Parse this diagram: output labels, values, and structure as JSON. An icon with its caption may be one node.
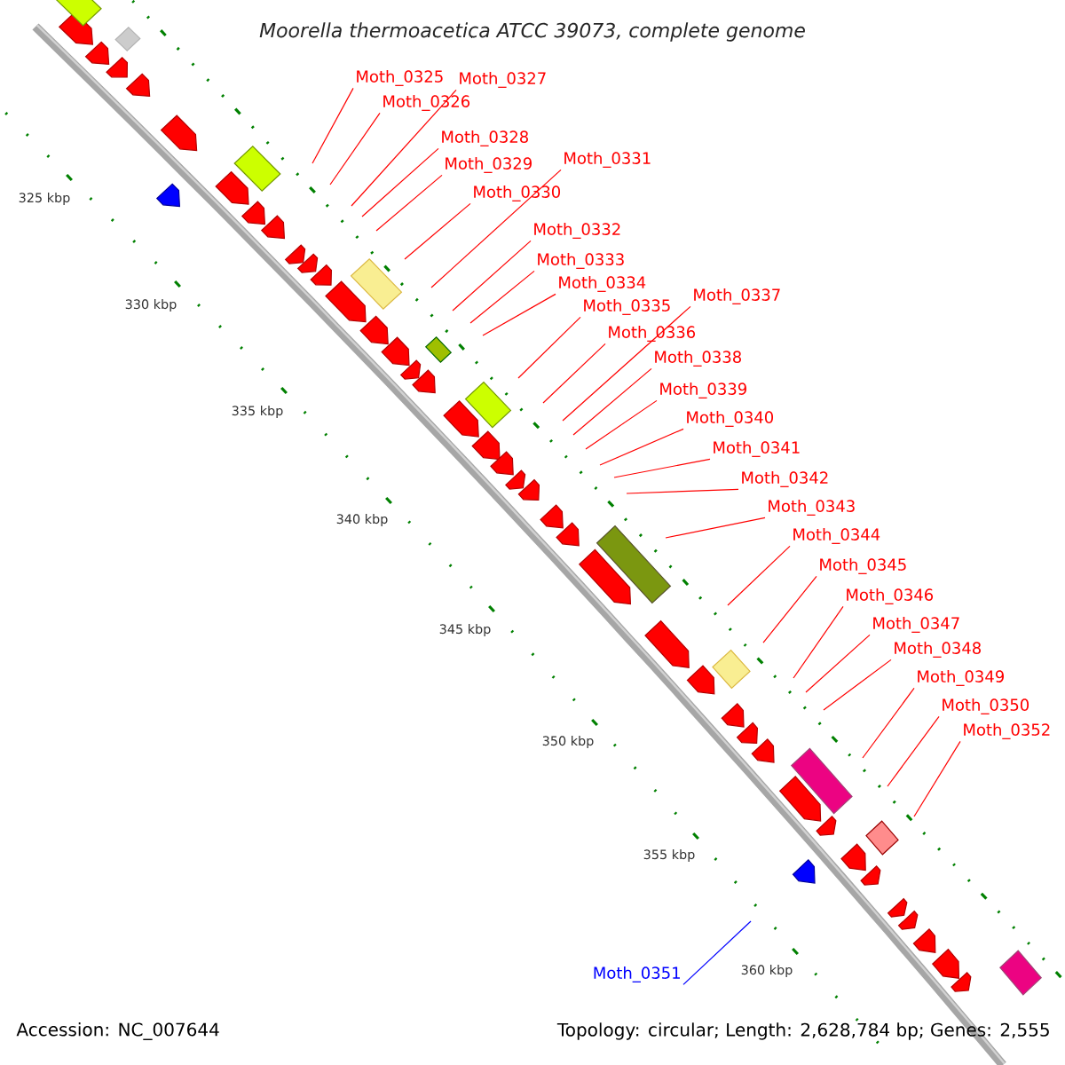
{
  "diagram": {
    "title": "Moorella thermoacetica ATCC 39073, complete genome",
    "nodes": [
      {
        "text": [
          "Moth_0325"
        ]
      },
      {
        "text": [
          "Moth_0327"
        ]
      },
      {
        "text": [
          "Moth_0326"
        ]
      },
      {
        "text": [
          "Moth_0328"
        ]
      },
      {
        "text": [
          "Moth_0331"
        ]
      },
      {
        "text": [
          "Moth_0329"
        ]
      },
      {
        "text": [
          "Moth_0330"
        ]
      },
      {
        "text": [
          "Moth_0332"
        ]
      },
      {
        "text": [
          "Moth_0333"
        ]
      },
      {
        "text": [
          "Moth_0334"
        ]
      },
      {
        "text": [
          "Moth_0337"
        ]
      },
      {
        "text": [
          "Moth_0335"
        ]
      },
      {
        "text": [
          "Moth_0336"
        ]
      },
      {
        "text": [
          "Moth_0338"
        ]
      },
      {
        "text": [
          "Moth_0339"
        ]
      },
      {
        "text": [
          "Moth_0340"
        ]
      },
      {
        "text": [
          "Moth_0341"
        ]
      },
      {
        "text": [
          "Moth_0342"
        ]
      },
      {
        "text": [
          "Moth_0343"
        ]
      },
      {
        "text": [
          "Moth_0344"
        ]
      },
      {
        "text": [
          "Moth_0345"
        ]
      },
      {
        "text": [
          "Moth_0346"
        ]
      },
      {
        "text": [
          "Moth_0347"
        ]
      },
      {
        "text": [
          "Moth_0348"
        ]
      },
      {
        "text": [
          "Moth_0349"
        ]
      },
      {
        "text": [
          "Moth_0350"
        ]
      },
      {
        "text": [
          "Moth_0352"
        ]
      },
      {
        "text": [
          "Moth_0351"
        ]
      }
    ],
    "edges": [
      {
        "from": 0,
        "to": null,
        "arrow": "none"
      },
      {
        "from": 1,
        "to": null,
        "arrow": "none"
      },
      {
        "from": 2,
        "to": null,
        "arrow": "none"
      },
      {
        "from": 3,
        "to": null,
        "arrow": "none"
      },
      {
        "from": 4,
        "to": null,
        "arrow": "none"
      },
      {
        "from": 5,
        "to": null,
        "arrow": "none"
      },
      {
        "from": 6,
        "to": null,
        "arrow": "none"
      },
      {
        "from": 7,
        "to": null,
        "arrow": "none"
      },
      {
        "from": 8,
        "to": null,
        "arrow": "none"
      },
      {
        "from": 9,
        "to": null,
        "arrow": "none"
      },
      {
        "from": 10,
        "to": null,
        "arrow": "none"
      },
      {
        "from": 11,
        "to": null,
        "arrow": "none"
      },
      {
        "from": 12,
        "to": null,
        "arrow": "none"
      },
      {
        "from": 13,
        "to": null,
        "arrow": "none"
      },
      {
        "from": 14,
        "to": null,
        "arrow": "none"
      },
      {
        "from": 15,
        "to": null,
        "arrow": "none"
      },
      {
        "from": 16,
        "to": null,
        "arrow": "none"
      },
      {
        "from": 17,
        "to": null,
        "arrow": "none"
      },
      {
        "from": 18,
        "to": null,
        "arrow": "none"
      },
      {
        "from": 19,
        "to": null,
        "arrow": "none"
      },
      {
        "from": 20,
        "to": null,
        "arrow": "none"
      },
      {
        "from": 21,
        "to": null,
        "arrow": "none"
      },
      {
        "from": 22,
        "to": null,
        "arrow": "none"
      },
      {
        "from": 23,
        "to": null,
        "arrow": "none"
      },
      {
        "from": 24,
        "to": null,
        "arrow": "none"
      },
      {
        "from": 25,
        "to": null,
        "arrow": "none"
      },
      {
        "from": 26,
        "to": null,
        "arrow": "none"
      },
      {
        "from": 27,
        "to": null,
        "arrow": "none",
        "color": "#0000ff"
      }
    ],
    "labels": [
      "325 kbp",
      "330 kbp",
      "335 kbp",
      "340 kbp",
      "345 kbp",
      "350 kbp",
      "355 kbp",
      "360 kbp",
      "Accession: NC_007644",
      "Topology: circular; Length: 2,628,784 bp; Genes: 2,555"
    ]
  }
}
